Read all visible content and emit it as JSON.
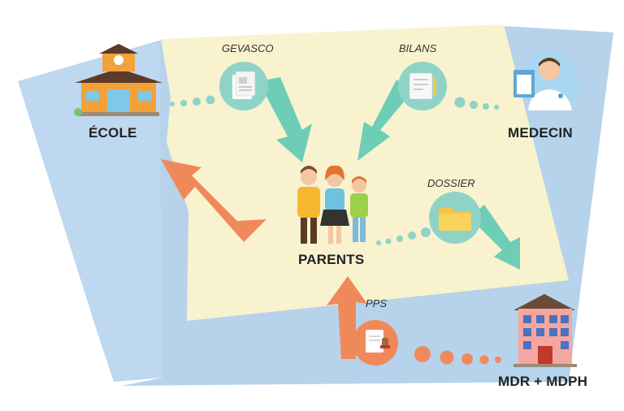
{
  "nodes": {
    "ecole": "ÉCOLE",
    "medecin": "MEDECIN",
    "parents": "PARENTS",
    "mdr_mdph": "MDR + MDPH"
  },
  "documents": {
    "gevasco": "GEVASCO",
    "bilans": "BILANS",
    "dossier": "DOSSIER",
    "pps": "PPS"
  },
  "colors": {
    "background_blue": "#a9cbe8",
    "panel_cream": "#f8f2cf",
    "teal_circle": "#8fd3c7",
    "teal_arrow": "#6ecdb6",
    "orange_arrow": "#f0895a",
    "dots_teal": "#8fd3c7",
    "dots_orange": "#f08a5d"
  },
  "icons": [
    "school-icon",
    "doctor-icon",
    "family-icon",
    "building-icon",
    "document-icon",
    "folder-icon",
    "stamped-document-icon"
  ]
}
